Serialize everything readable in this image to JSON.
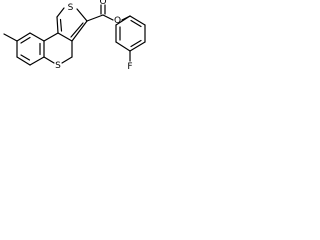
{
  "molecule": {
    "atoms": {
      "thiophene_sulfur": "S",
      "ring_sulfur": "S",
      "carbonyl_oxygen": "O",
      "ester_oxygen": "O",
      "fluorine": "F"
    }
  }
}
